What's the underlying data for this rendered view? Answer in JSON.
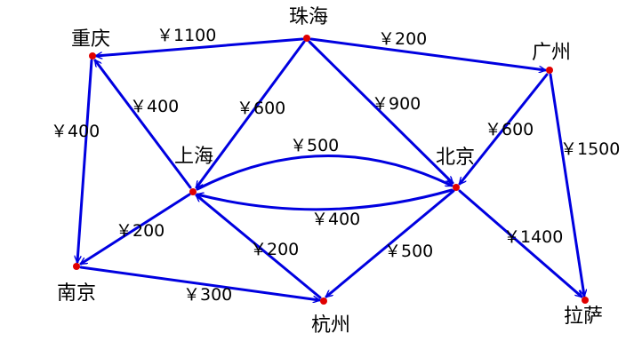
{
  "colors": {
    "edge": "#0000e0",
    "node": "#e00000",
    "text": "#000000",
    "background": "#ffffff"
  },
  "cities": [
    {
      "id": "zhuhai",
      "name": "珠海"
    },
    {
      "id": "chongqing",
      "name": "重庆"
    },
    {
      "id": "guangzhou",
      "name": "广州"
    },
    {
      "id": "shanghai",
      "name": "上海"
    },
    {
      "id": "beijing",
      "name": "北京"
    },
    {
      "id": "nanjing",
      "name": "南京"
    },
    {
      "id": "hangzhou",
      "name": "杭州"
    },
    {
      "id": "lasa",
      "name": "拉萨"
    }
  ],
  "routes": [
    {
      "id": "zhuhai-chongqing",
      "from": "zhuhai",
      "to": "chongqing",
      "cost": "￥1100"
    },
    {
      "id": "zhuhai-guangzhou",
      "from": "zhuhai",
      "to": "guangzhou",
      "cost": "￥200"
    },
    {
      "id": "zhuhai-shanghai",
      "from": "zhuhai",
      "to": "shanghai",
      "cost": "￥600"
    },
    {
      "id": "zhuhai-beijing",
      "from": "zhuhai",
      "to": "beijing",
      "cost": "￥900"
    },
    {
      "id": "shanghai-chongqing",
      "from": "shanghai",
      "to": "chongqing",
      "cost": "￥400"
    },
    {
      "id": "chongqing-nanjing",
      "from": "chongqing",
      "to": "nanjing",
      "cost": "￥400"
    },
    {
      "id": "guangzhou-beijing",
      "from": "guangzhou",
      "to": "beijing",
      "cost": "￥600"
    },
    {
      "id": "guangzhou-lasa",
      "from": "guangzhou",
      "to": "lasa",
      "cost": "￥1500"
    },
    {
      "id": "shanghai-beijing",
      "from": "shanghai",
      "to": "beijing",
      "cost": "￥500"
    },
    {
      "id": "beijing-shanghai",
      "from": "beijing",
      "to": "shanghai",
      "cost": "￥400"
    },
    {
      "id": "shanghai-nanjing",
      "from": "shanghai",
      "to": "nanjing",
      "cost": "￥200"
    },
    {
      "id": "hangzhou-shanghai",
      "from": "hangzhou",
      "to": "shanghai",
      "cost": "￥200"
    },
    {
      "id": "nanjing-hangzhou",
      "from": "nanjing",
      "to": "hangzhou",
      "cost": "￥300"
    },
    {
      "id": "beijing-hangzhou",
      "from": "beijing",
      "to": "hangzhou",
      "cost": "￥500"
    },
    {
      "id": "beijing-lasa",
      "from": "beijing",
      "to": "lasa",
      "cost": "￥1400"
    }
  ]
}
